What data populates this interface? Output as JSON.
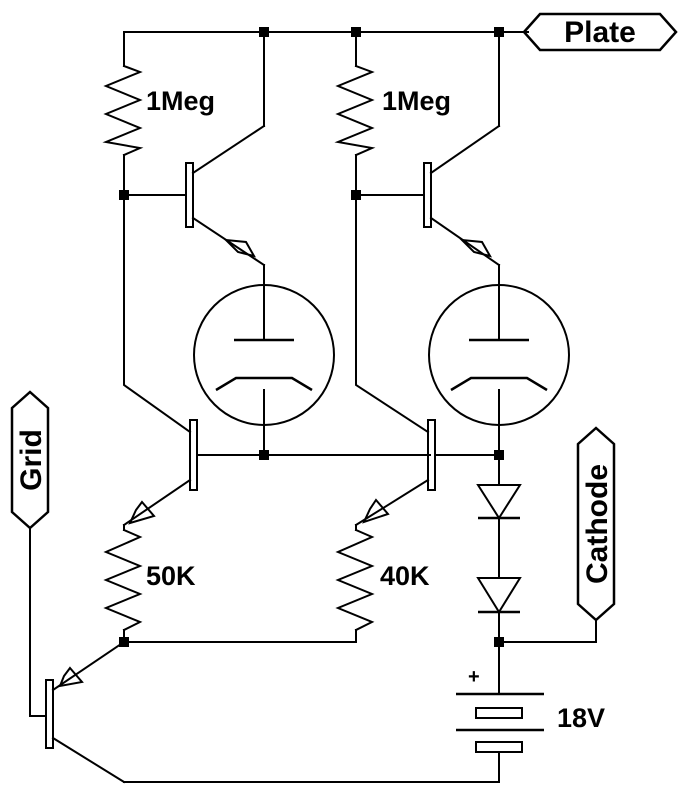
{
  "ports": {
    "plate": "Plate",
    "grid": "Grid",
    "cathode": "Cathode"
  },
  "components": {
    "r1": "1Meg",
    "r2": "1Meg",
    "r3": "50K",
    "r4": "40K",
    "battery": "18V",
    "battery_polarity": "+"
  },
  "colors": {
    "ink": "#000000",
    "background": "#ffffff"
  }
}
